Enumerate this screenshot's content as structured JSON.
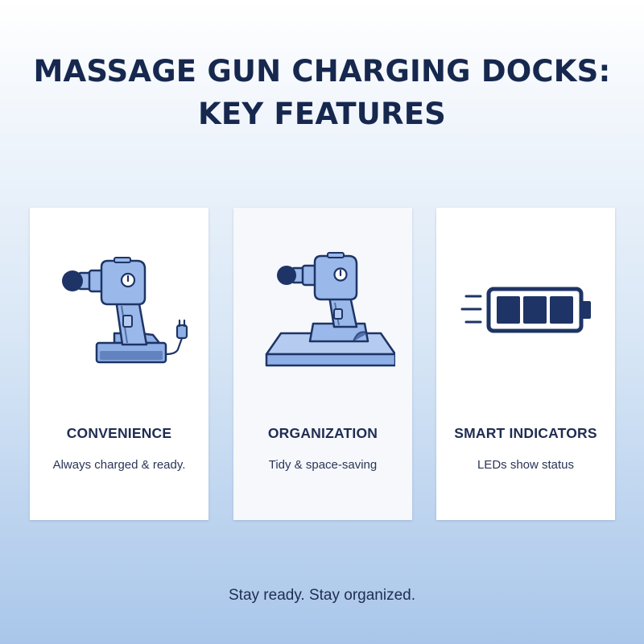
{
  "title": {
    "line1": "MASSAGE GUN CHARGING DOCKS:",
    "line2": "KEY FEATURES"
  },
  "cards": [
    {
      "icon": "massage-gun-dock-plug-icon",
      "heading": "CONVENIENCE",
      "description": "Always charged & ready."
    },
    {
      "icon": "massage-gun-on-platform-icon",
      "heading": "ORGANIZATION",
      "description": "Tidy & space-saving"
    },
    {
      "icon": "battery-full-icon",
      "heading": "SMART INDICATORS",
      "description": "LEDs show status"
    }
  ],
  "tagline": "Stay ready. Stay organized.",
  "colors": {
    "navy": "#17284f",
    "icon_fill": "#8fb0e6",
    "icon_fill_light": "#b6cbf0",
    "icon_stroke": "#1e3466"
  }
}
